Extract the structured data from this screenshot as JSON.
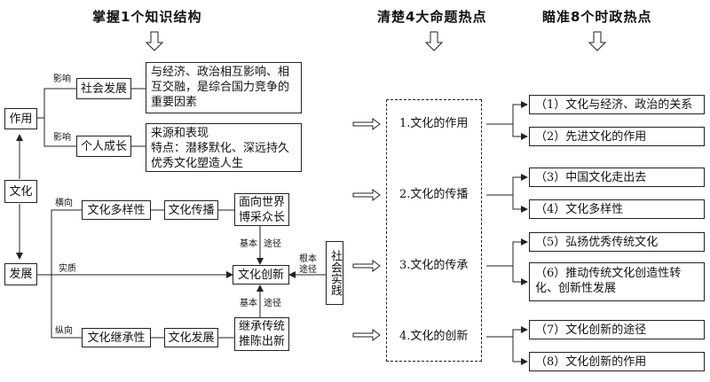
{
  "headers": {
    "h1": "掌握1个知识结构",
    "h2": "清楚4大命题热点",
    "h3": "瞄准8个时政热点"
  },
  "left": {
    "zuoyong": "作用",
    "wenhua": "文化",
    "fazhan": "发展",
    "yingxiang1": "影响",
    "yingxiang2": "影响",
    "shehui": "社会发展",
    "geren": "个人成长",
    "shehui_desc": "与经济、政治相互影响、相互交融，是综合国力竞争的重要因素",
    "geren_desc_1": "来源和表现",
    "geren_desc_2": "特点：潜移默化、深远持久",
    "geren_desc_3": "优秀文化塑造人生",
    "hengxiang": "横向",
    "zongxiang": "纵向",
    "shizhi": "实质",
    "duoyang": "文化多样性",
    "chuanbo": "文化传播",
    "mianxiang": "面向世界博采众长",
    "jiben1": "基本",
    "tujing1": "途径",
    "chuangxin": "文化创新",
    "genben": "根本",
    "tujing_g": "途径",
    "shijian": "社会实践",
    "jiben2": "基本",
    "tujing2": "途径",
    "jicheng": "文化继承性",
    "wfz": "文化发展",
    "jicheng_ct": "继承传统推陈出新"
  },
  "topics": [
    "1.文化的作用",
    "2.文化的传播",
    "3.文化的传承",
    "4.文化的创新"
  ],
  "hotspots": [
    "（1）文化与经济、政治的关系",
    "（2）先进文化的作用",
    "（3）中国文化走出去",
    "（4）文化多样性",
    "（5）弘扬优秀传统文化",
    "（6）推动传统文化创造性转化、创新性发展",
    "（7）文化创新的途径",
    "（8）文化创新的作用"
  ]
}
